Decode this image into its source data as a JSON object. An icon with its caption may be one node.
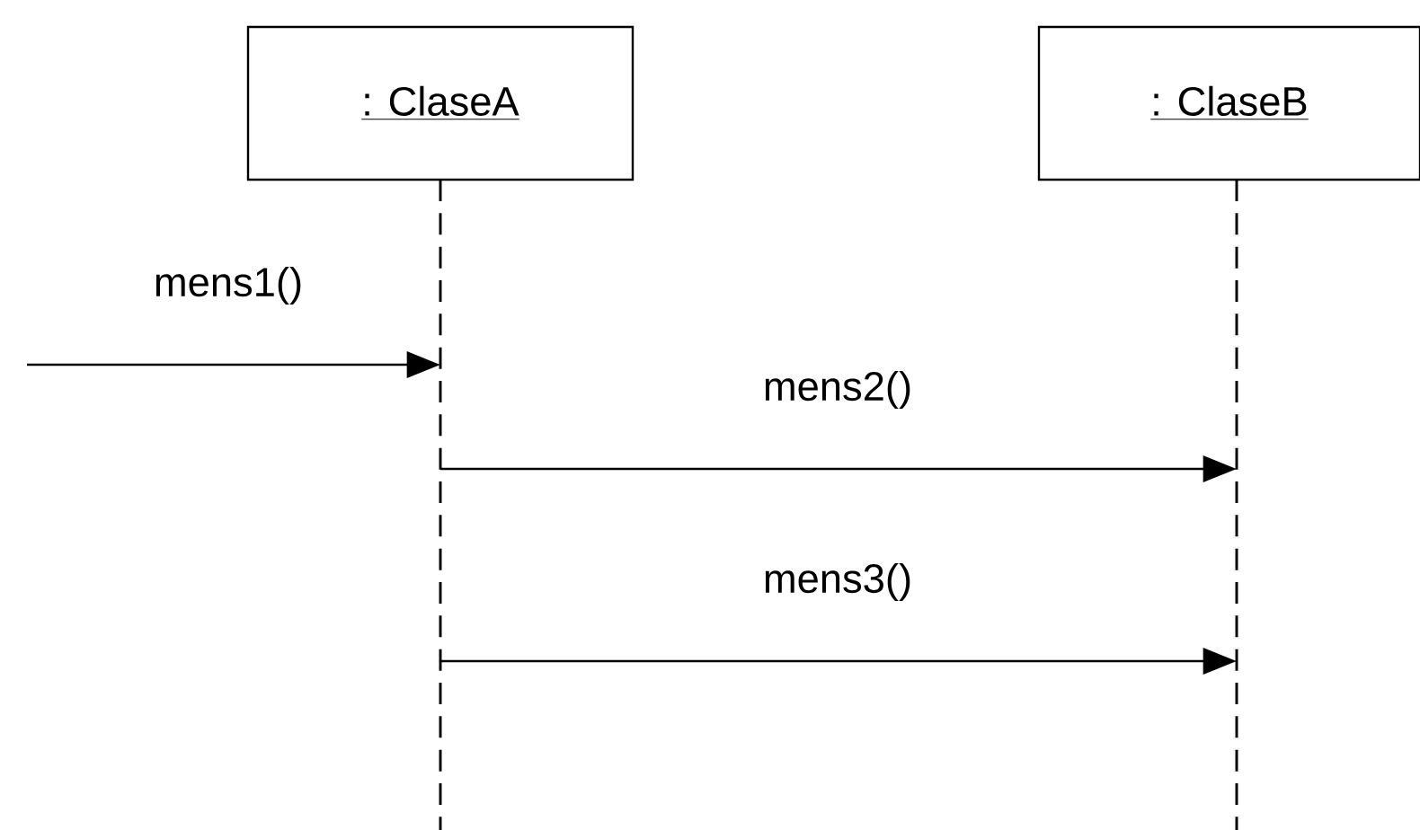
{
  "diagram": {
    "nodes": [
      {
        "text": [
          ": ClaseA"
        ]
      },
      {
        "text": [
          ": ClaseB"
        ]
      }
    ],
    "edges": [
      {
        "from": null,
        "to": 0,
        "arrow": "to",
        "label": "mens1()"
      },
      {
        "from": 0,
        "to": 1,
        "arrow": "to",
        "label": "mens2()"
      },
      {
        "from": 0,
        "to": 1,
        "arrow": "to",
        "label": "mens3()"
      }
    ]
  }
}
